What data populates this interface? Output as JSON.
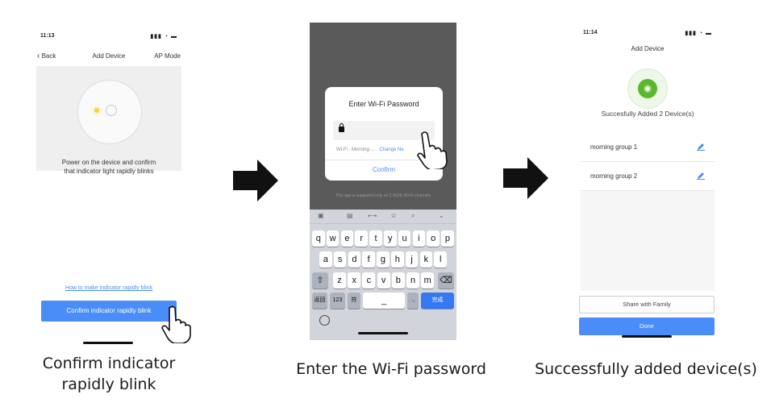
{
  "colors": {
    "accent": "#4a8df8",
    "success": "#5cb82b",
    "wifi_overlay": "#5a5a5a"
  },
  "panel1": {
    "status_time": "11:13",
    "status_icons": "▮▮▮ ◔ ▬",
    "back_label": "Back",
    "title": "Add Device",
    "mode_label": "AP Mode",
    "instruction_line1": "Power on the device and confirm",
    "instruction_line2": "that indicator light rapidly blinks",
    "help_link": "How to make indicator rapidly blink",
    "confirm_button": "Confirm indicator rapidly blink",
    "caption_line1": "Confirm indicator",
    "caption_line2": "rapidly blink"
  },
  "panel2": {
    "dialog_title": "Enter Wi-Fi Password",
    "wifi_text": "Wi-Fi : Morning-...",
    "change_network": "Change Ne",
    "confirm": "Confirm",
    "note": "This app is supported only on 2.4GHz Wi-Fi channels",
    "keyboard": {
      "row1": [
        "q",
        "w",
        "e",
        "r",
        "t",
        "y",
        "u",
        "i",
        "o",
        "p"
      ],
      "row2": [
        "a",
        "s",
        "d",
        "f",
        "g",
        "h",
        "j",
        "k",
        "l"
      ],
      "row3": [
        "z",
        "x",
        "c",
        "v",
        "b",
        "n",
        "m"
      ],
      "numbers_key": "123",
      "done_key": "完成",
      "back_key": "返回",
      "space_key": "_"
    },
    "caption": "Enter the Wi-Fi password"
  },
  "panel3": {
    "status_time": "11:14",
    "status_icons": "▮▮▮ ◔ ▬",
    "title": "Add Device",
    "success_text": "Succesfully Added 2 Device(s)",
    "devices": [
      "morning group 1",
      "morning group 2"
    ],
    "share_button": "Share with Family",
    "done_button": "Done",
    "caption": "Successfully added device(s)"
  }
}
